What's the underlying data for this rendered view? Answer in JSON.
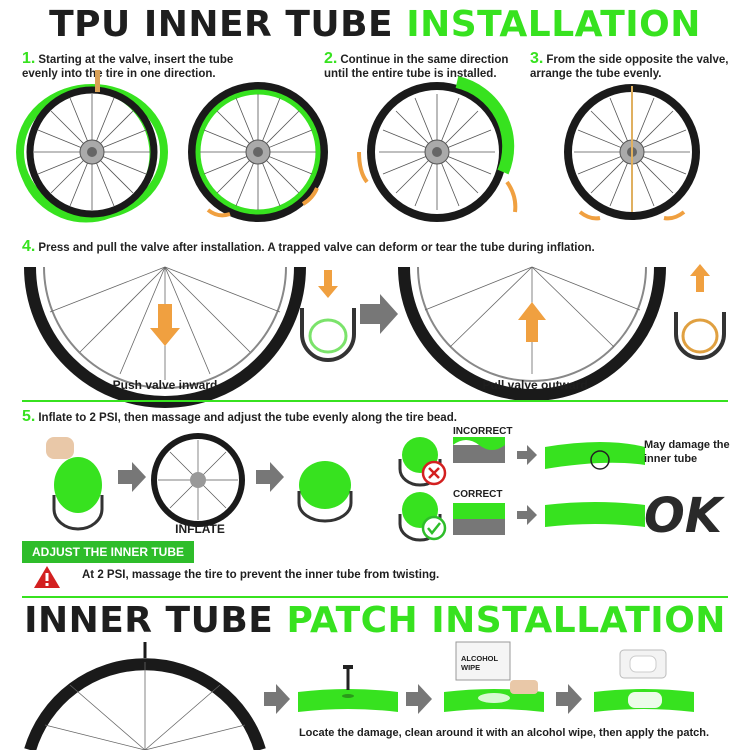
{
  "title": {
    "part1": "TPU INNER TUBE",
    "part2": "INSTALLATION"
  },
  "steps": [
    {
      "num": "1.",
      "text": "Starting at the valve, insert the tube evenly into the tire in one direction."
    },
    {
      "num": "2.",
      "text": "Continue in the same direction until the entire tube is installed."
    },
    {
      "num": "3.",
      "text": "From the side opposite the valve, arrange the tube evenly."
    },
    {
      "num": "4.",
      "text": "Press and pull the valve after installation. A trapped valve can deform or tear the tube during inflation."
    },
    {
      "num": "5.",
      "text": "Inflate to 2 PSI, then massage and adjust the tube evenly along the tire bead."
    }
  ],
  "captions": {
    "push": "Push valve inward",
    "pull": "Pull valve outward",
    "inflate": "INFLATE"
  },
  "labels": {
    "incorrect": "INCORRECT",
    "correct": "CORRECT",
    "damage": "May damage the inner tube",
    "ok": "OK"
  },
  "adjust": {
    "badge": "ADJUST THE INNER TUBE",
    "warning": "At 2 PSI, massage the tire to prevent the inner tube from twisting."
  },
  "patch": {
    "title1": "INNER TUBE",
    "title2": "PATCH INSTALLATION",
    "wipe_label": "ALCOHOL WIPE",
    "caption": "Locate the damage, clean around it with an alcohol wipe, then apply the patch."
  },
  "colors": {
    "accent": "#37e21f",
    "dark": "#1e1e1e",
    "warning": "#d32020",
    "arrow": "#777777",
    "orange": "#f0a040"
  }
}
